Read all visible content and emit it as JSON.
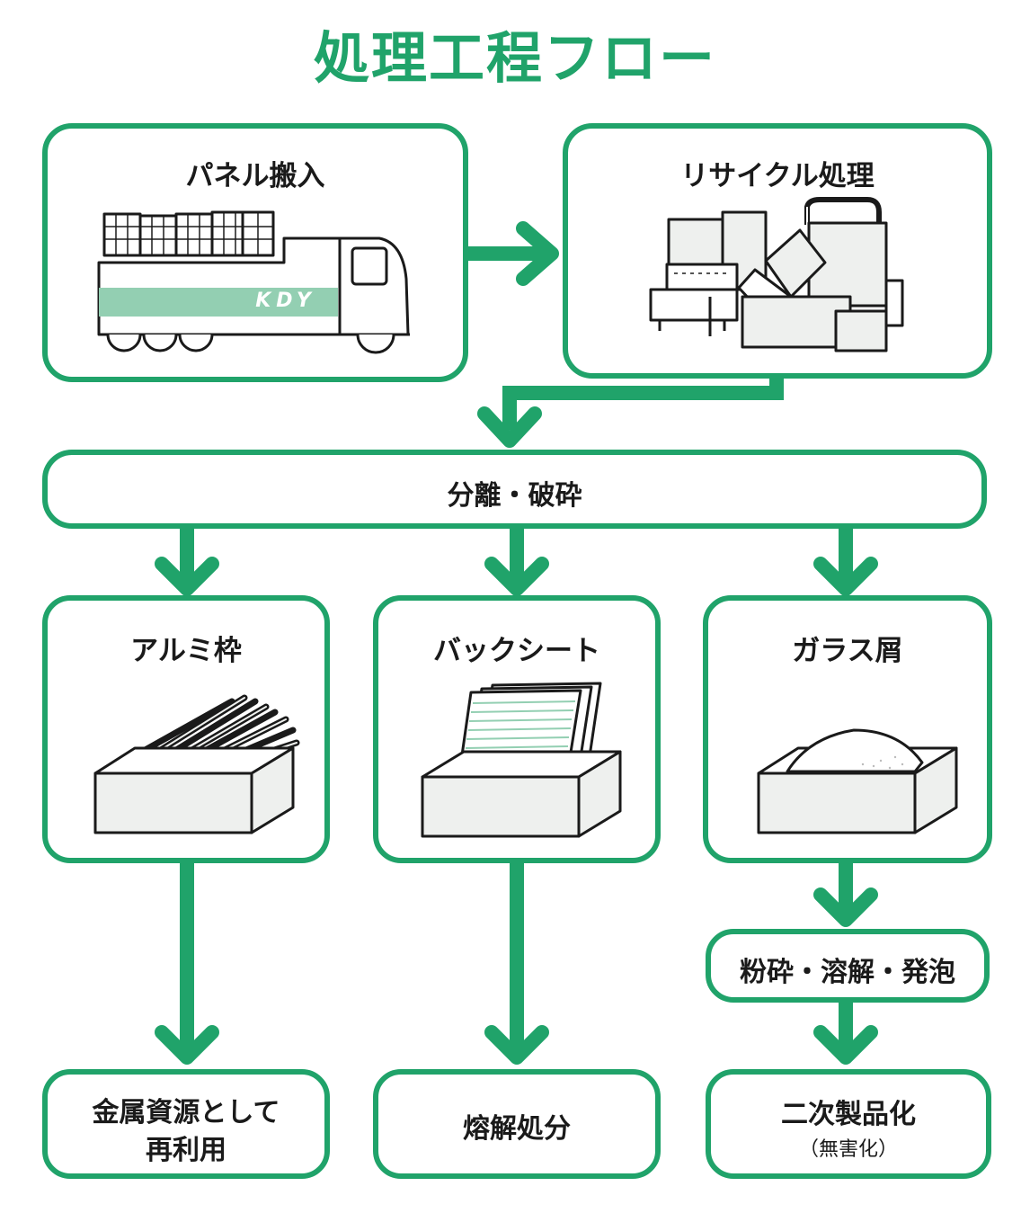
{
  "title": "処理工程フロー",
  "colors": {
    "accent": "#20a36a",
    "box_fill": "#eef0ee",
    "stroke": "#1a1a1a",
    "truck_band": "#93cfb2"
  },
  "nodes": {
    "panel_intake": "パネル搬入",
    "recycle": "リサイクル処理",
    "separation": "分離・破砕",
    "aluminum": "アルミ枠",
    "backsheet": "バックシート",
    "glass": "ガラス屑",
    "glass_process": "粉砕・溶解・発泡",
    "metal_reuse_line1": "金属資源として",
    "metal_reuse_line2": "再利用",
    "melt_disposal": "熔解処分",
    "secondary_product": "二次製品化",
    "secondary_product_note": "（無害化）"
  },
  "truck_text": "KDY",
  "icons": [
    "truck-icon",
    "recycling-machine-icon",
    "aluminum-frame-box-icon",
    "backsheet-box-icon",
    "glass-pile-box-icon"
  ]
}
